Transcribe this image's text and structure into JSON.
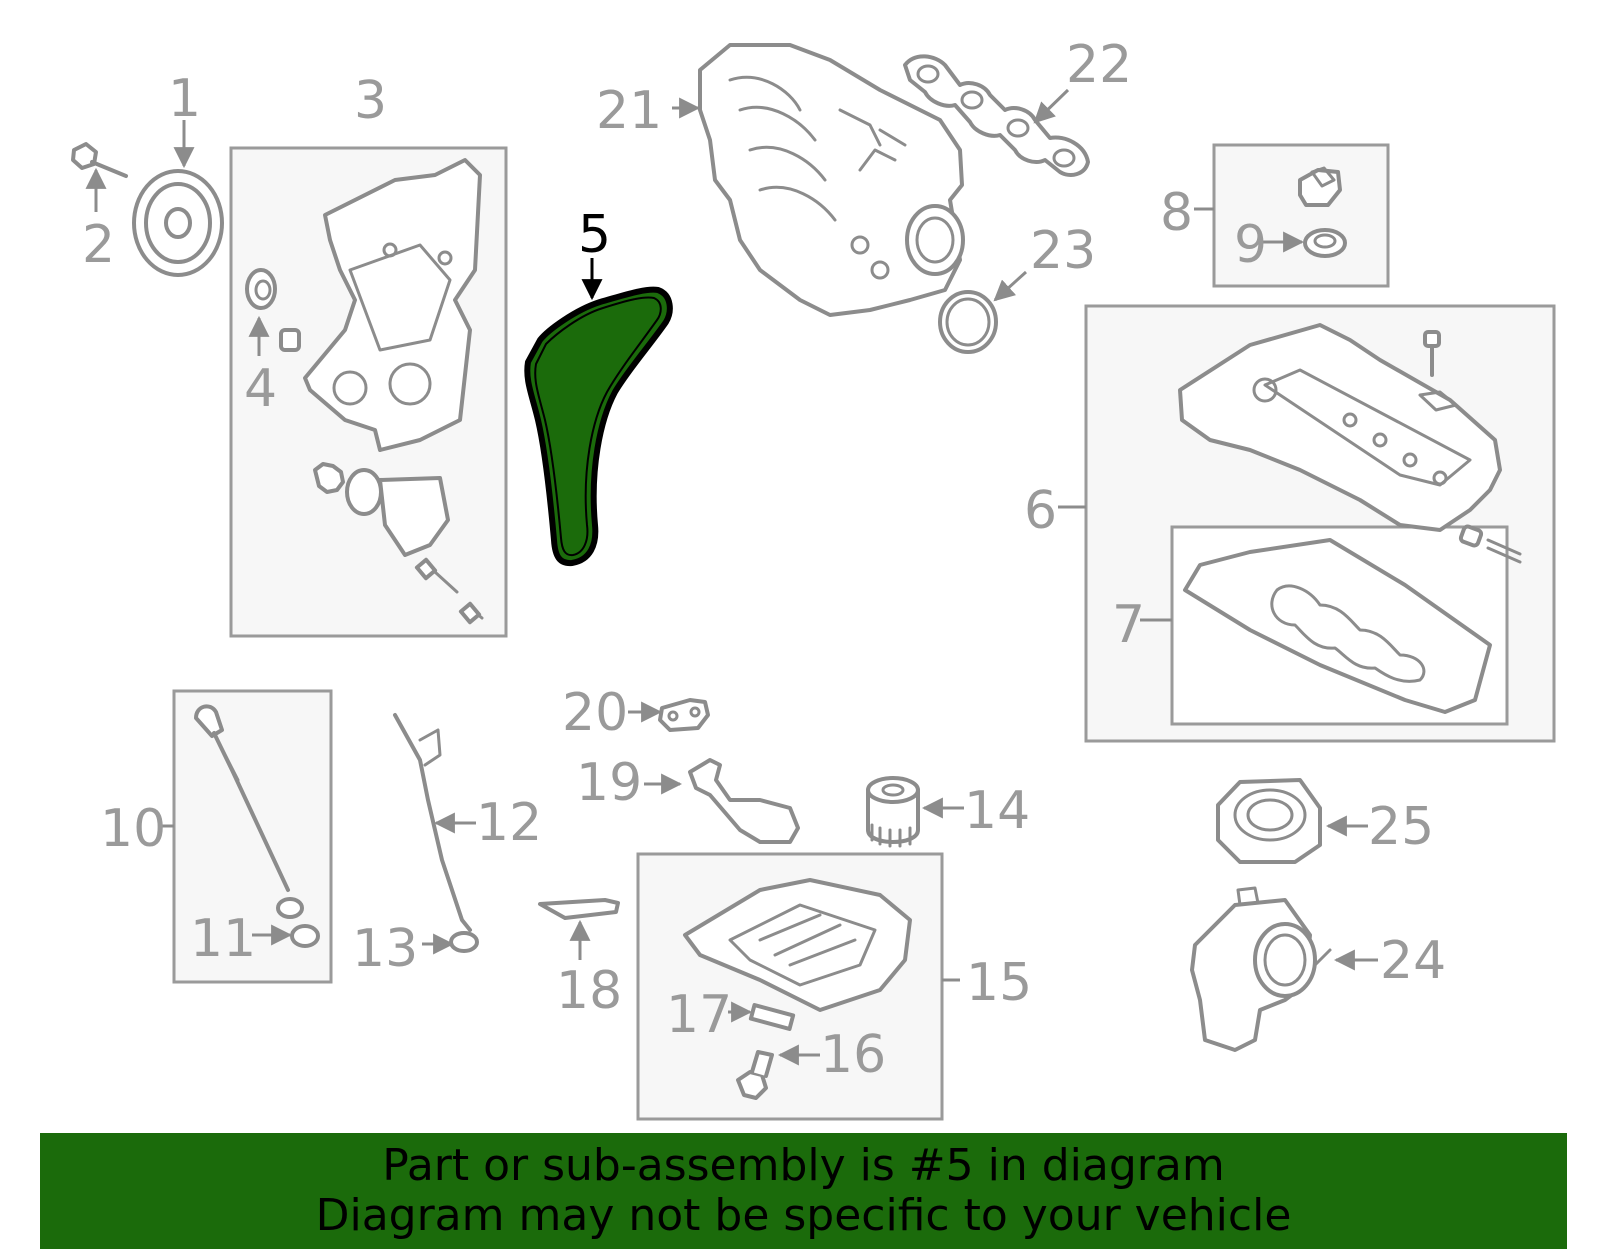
{
  "highlight_color": "#1b6b0b",
  "highlighted_part": "5",
  "callouts": [
    "1",
    "2",
    "3",
    "4",
    "5",
    "6",
    "7",
    "8",
    "9",
    "10",
    "11",
    "12",
    "13",
    "14",
    "15",
    "16",
    "17",
    "18",
    "19",
    "20",
    "21",
    "22",
    "23",
    "24",
    "25"
  ],
  "banner": {
    "line1": "Part or sub-assembly is #5 in diagram",
    "line2": "Diagram may not be specific to your vehicle"
  }
}
